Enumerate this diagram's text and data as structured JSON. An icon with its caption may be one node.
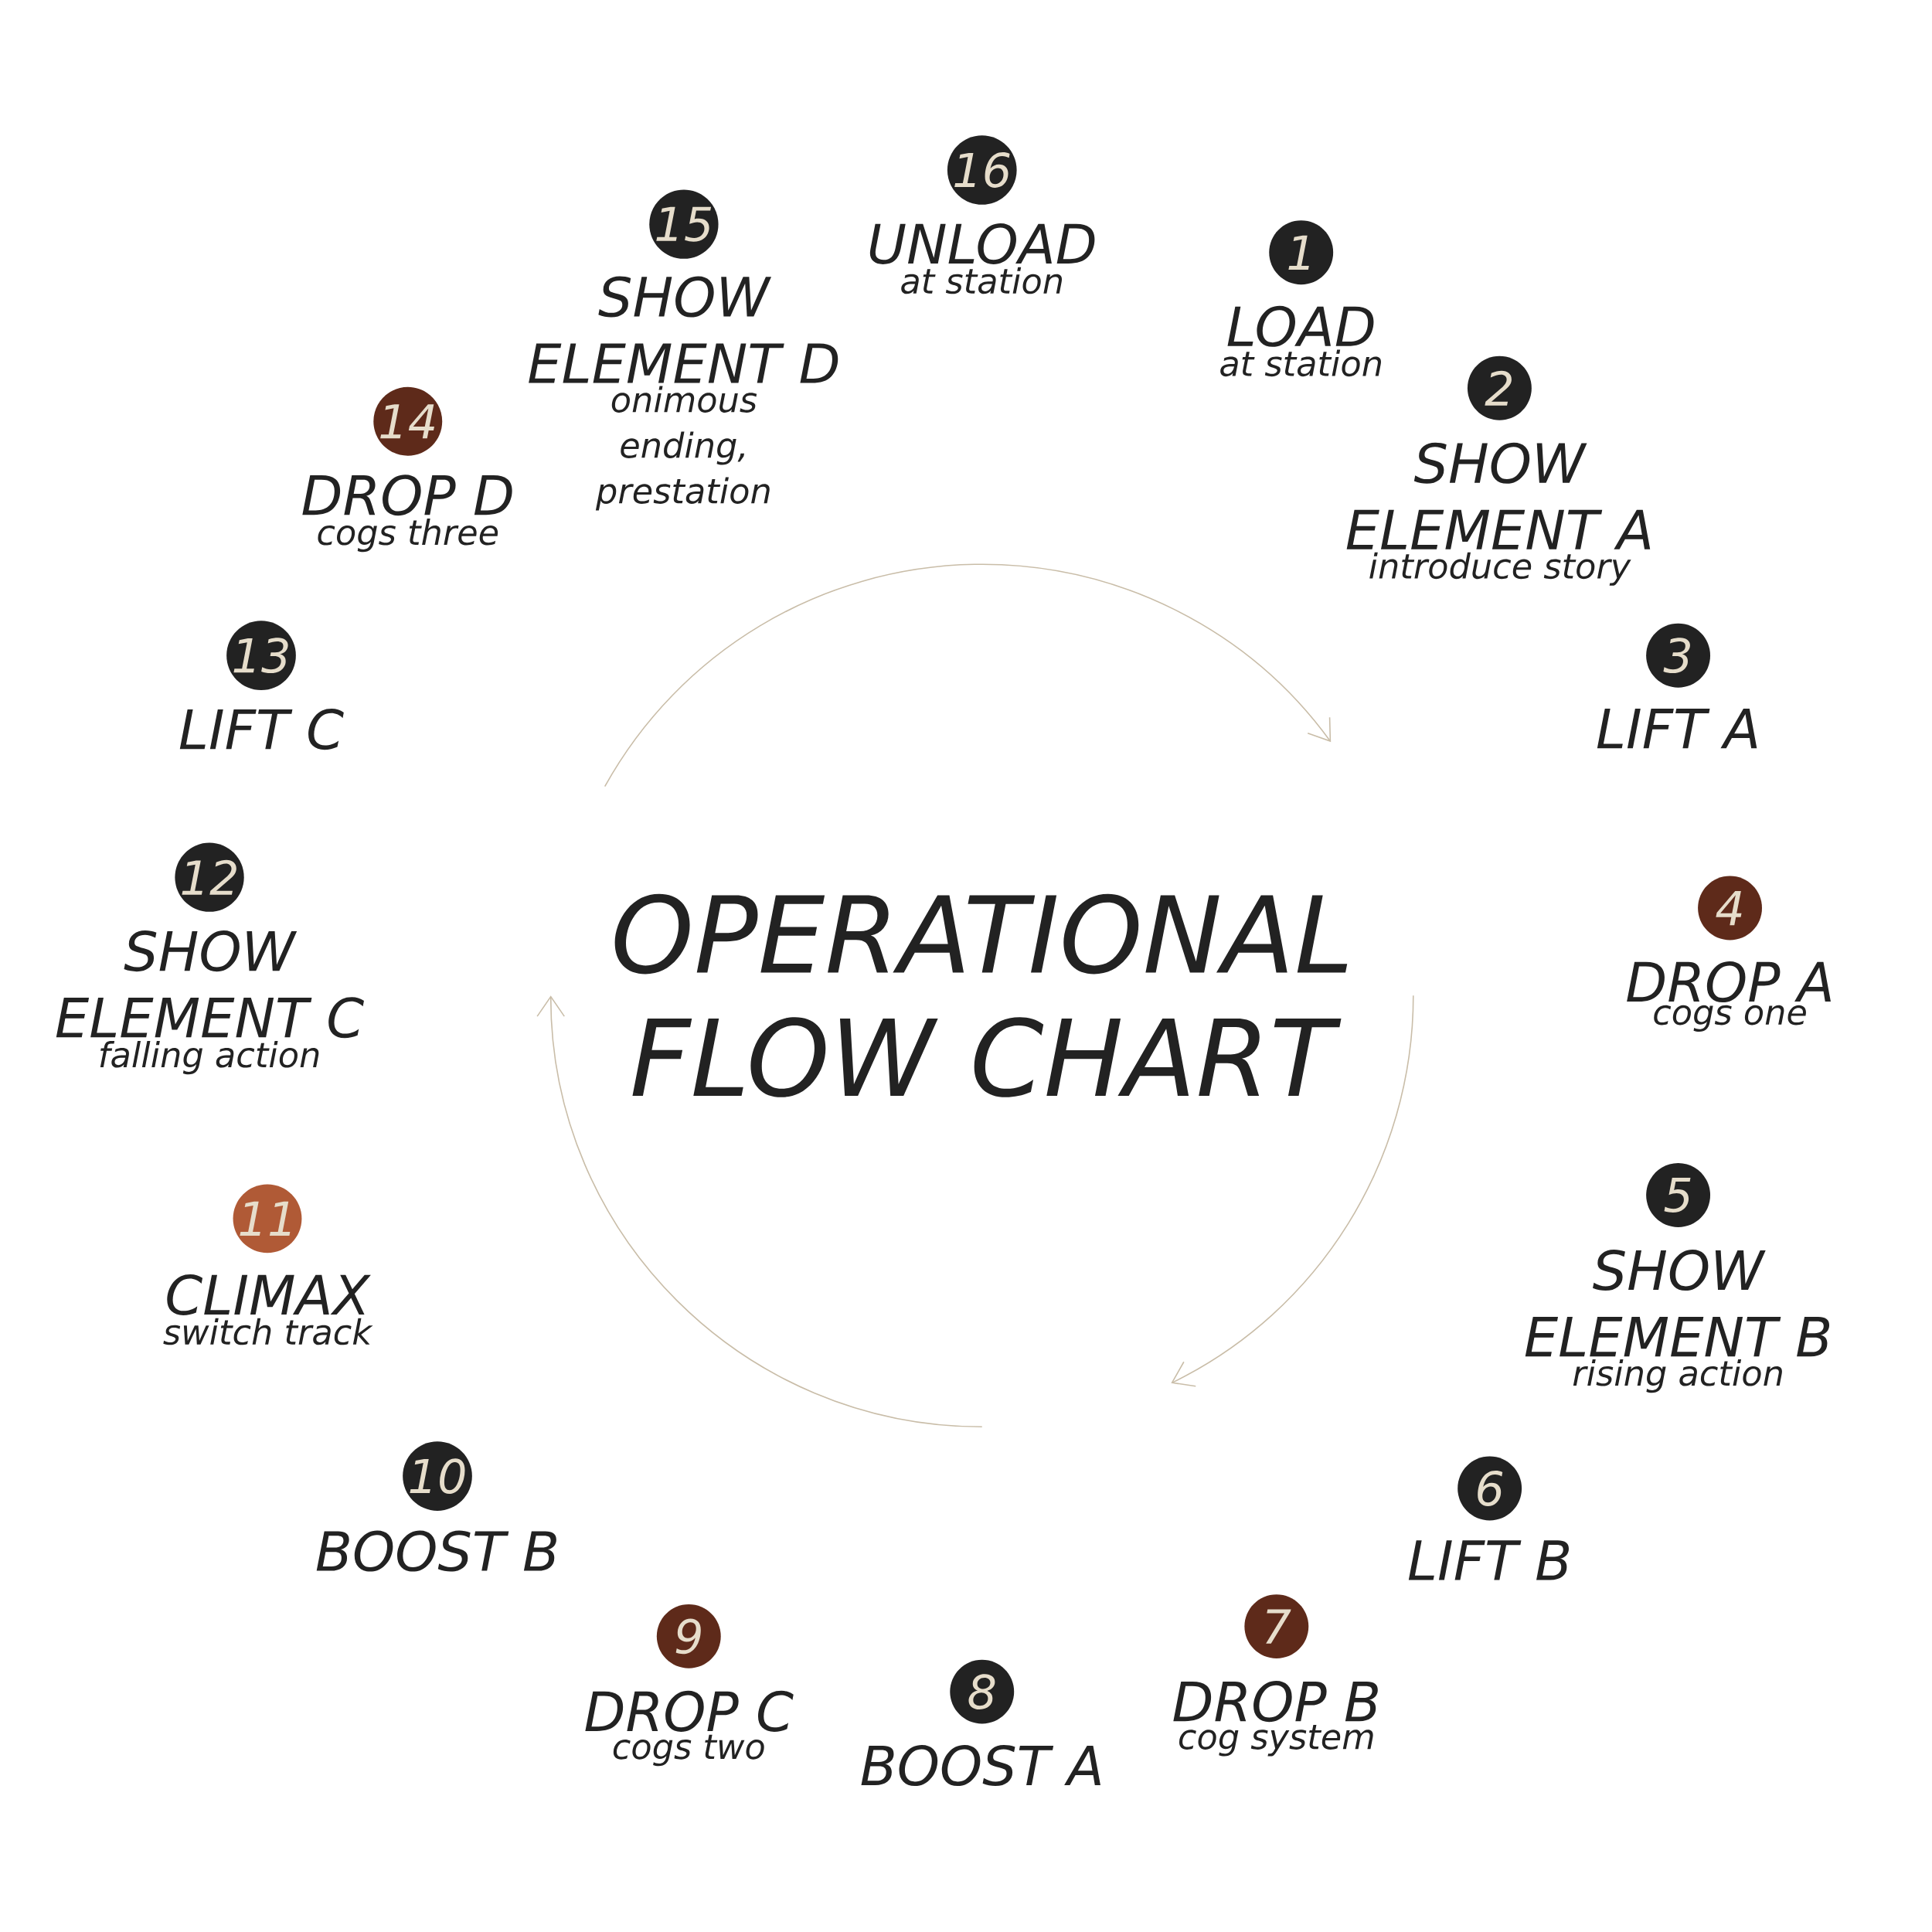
{
  "diagram": {
    "title": "OPERATIONAL FLOW CHART",
    "nodes": [
      {
        "text": [
          "1"
        ],
        "beside": [
          "LOAD",
          "at station"
        ]
      },
      {
        "text": [
          "2"
        ],
        "beside": [
          "SHOW ELEMENT A",
          "introduce story"
        ]
      },
      {
        "text": [
          "3"
        ],
        "beside": [
          "LIFT A"
        ]
      },
      {
        "text": [
          "4"
        ],
        "beside": [
          "DROP A",
          "cogs one"
        ]
      },
      {
        "text": [
          "5"
        ],
        "beside": [
          "SHOW ELEMENT B",
          "rising action"
        ]
      },
      {
        "text": [
          "6"
        ],
        "beside": [
          "LIFT B"
        ]
      },
      {
        "text": [
          "7"
        ],
        "beside": [
          "DROP B",
          "cog system"
        ]
      },
      {
        "text": [
          "8"
        ],
        "beside": [
          "BOOST A"
        ]
      },
      {
        "text": [
          "9"
        ],
        "beside": [
          "DROP C",
          "cogs two"
        ]
      },
      {
        "text": [
          "10"
        ],
        "beside": [
          "BOOST B"
        ]
      },
      {
        "text": [
          "11"
        ],
        "beside": [
          "CLIMAX",
          "switch track"
        ]
      },
      {
        "text": [
          "12"
        ],
        "beside": [
          "SHOW ELEMENT C",
          "falling action"
        ]
      },
      {
        "text": [
          "13"
        ],
        "beside": [
          "LIFT C"
        ]
      },
      {
        "text": [
          "14"
        ],
        "beside": [
          "DROP D",
          "cogs three"
        ]
      },
      {
        "text": [
          "15"
        ],
        "beside": [
          "SHOW ELEMENT D",
          "onimous ending, prestation"
        ]
      },
      {
        "text": [
          "16"
        ],
        "beside": [
          "UNLOAD",
          "at station"
        ]
      }
    ]
  }
}
